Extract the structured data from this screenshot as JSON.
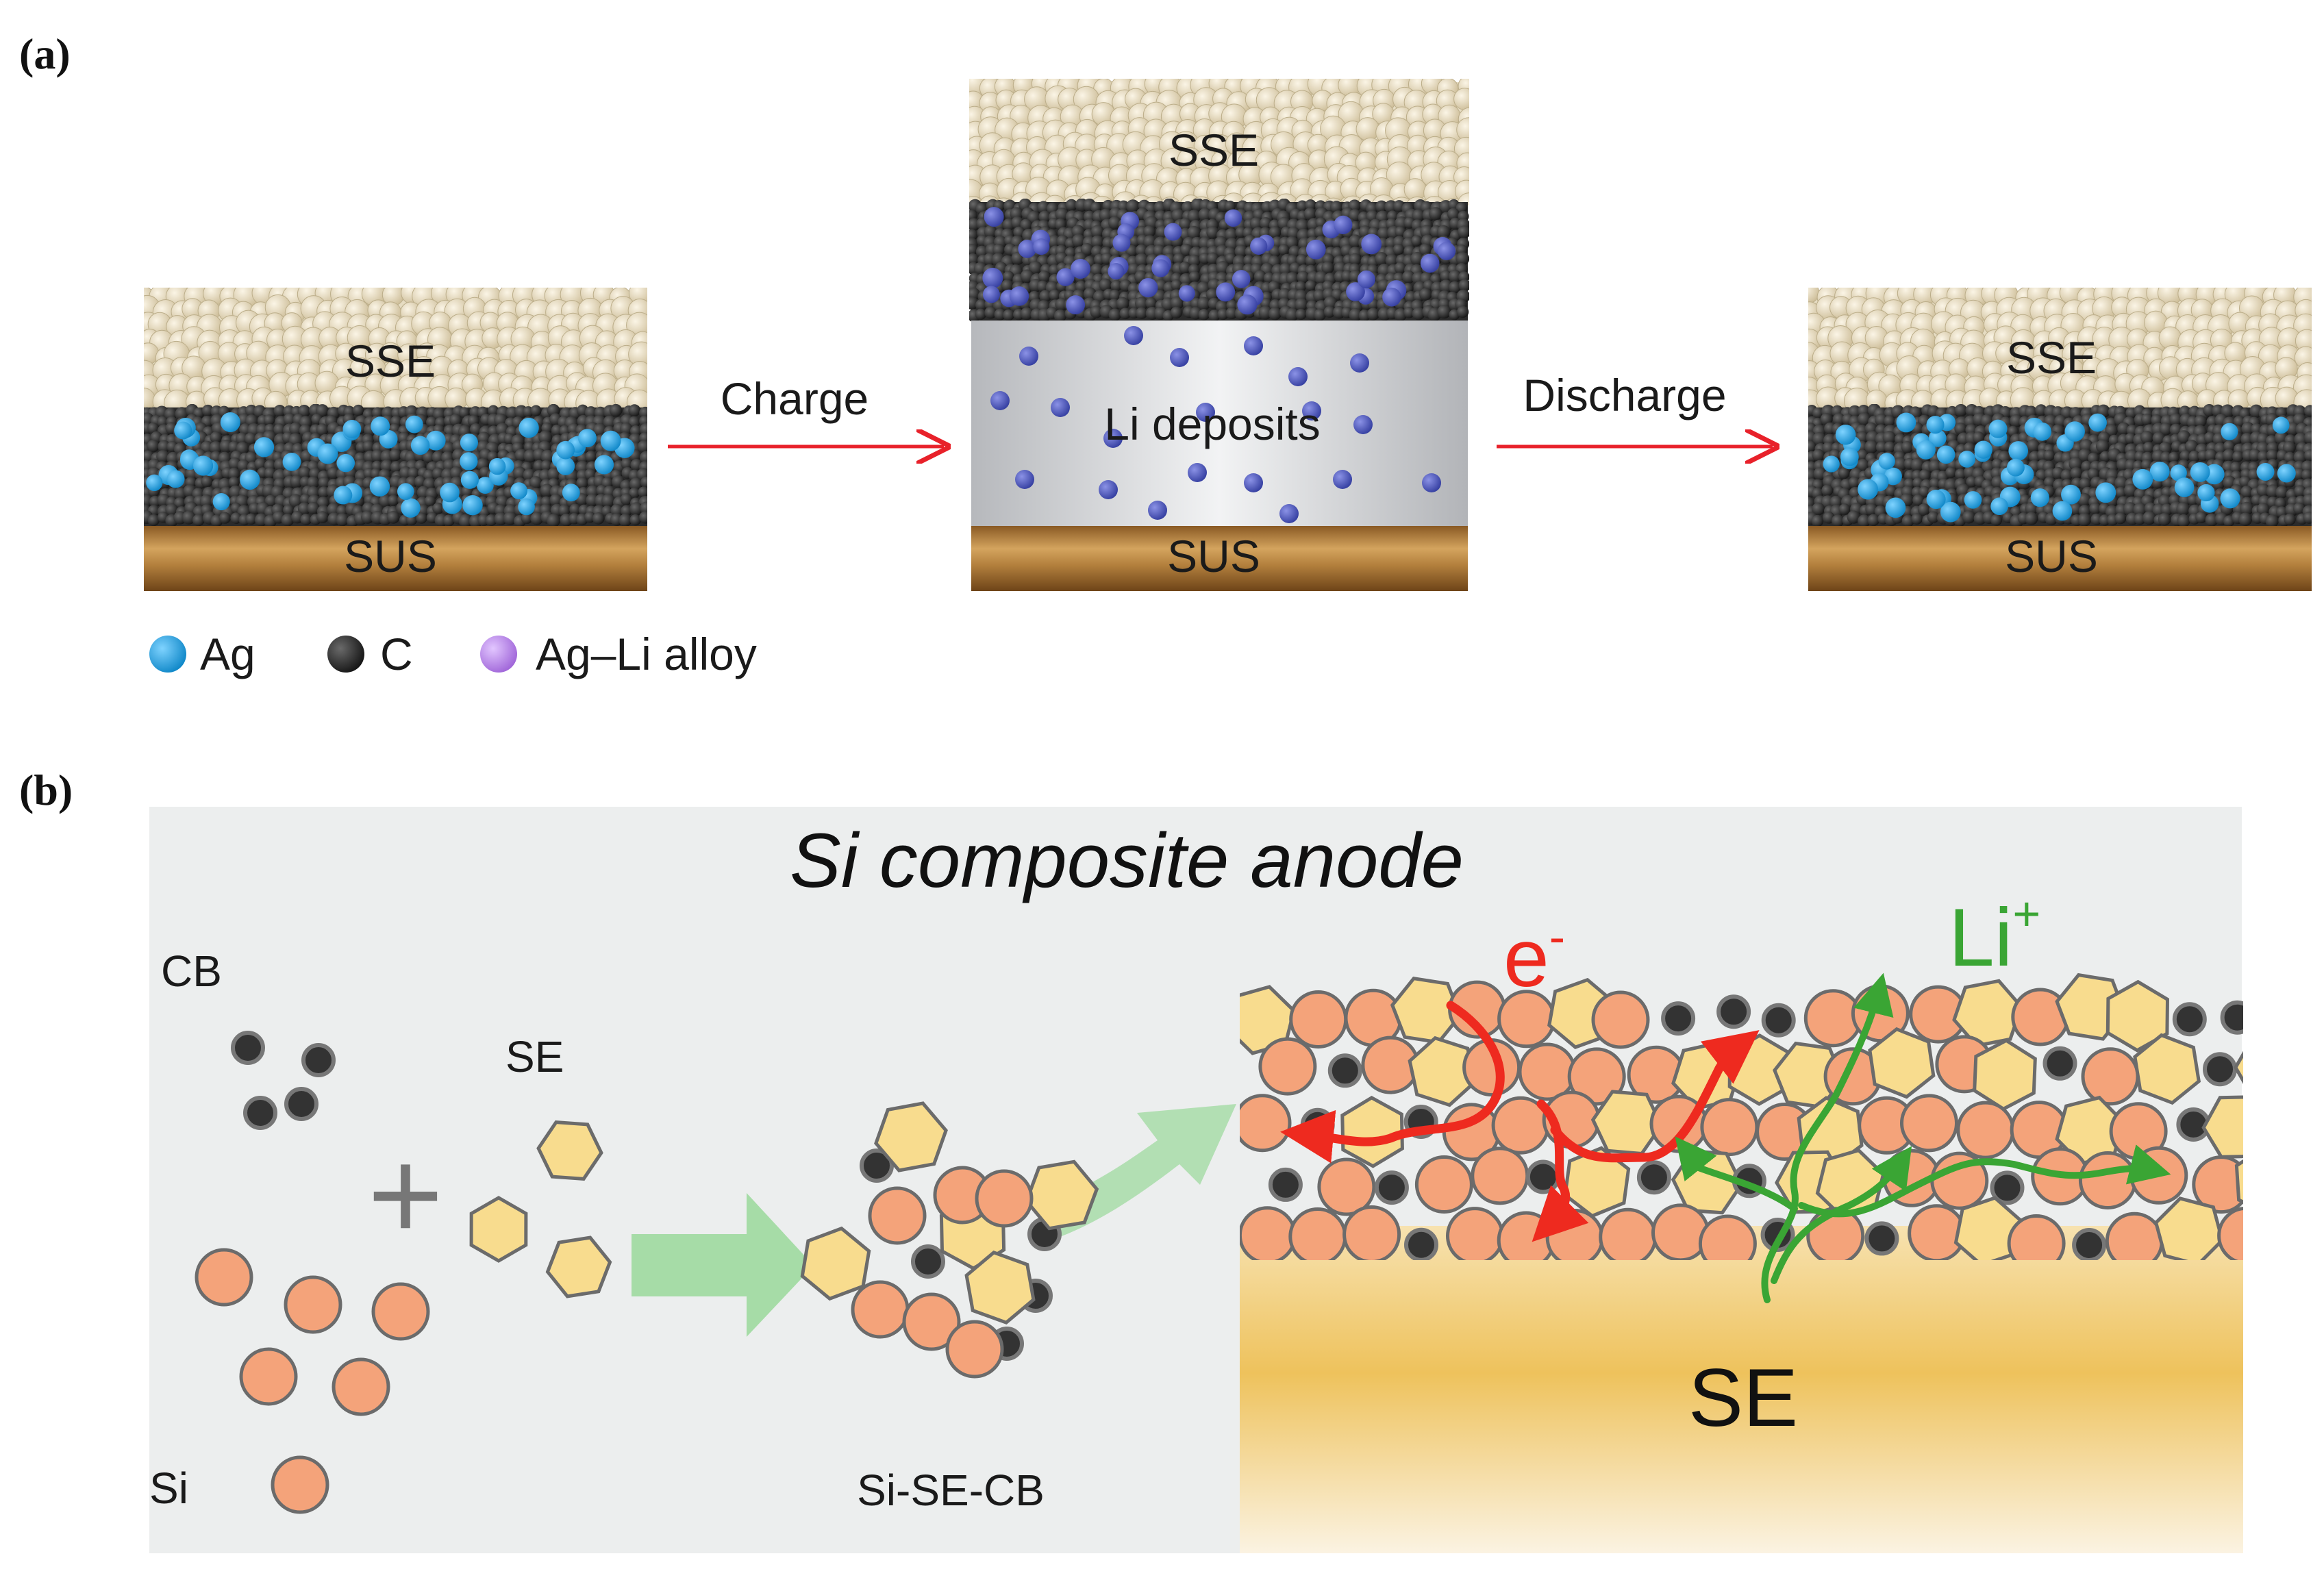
{
  "panel_a": {
    "label": "(a)",
    "stacks": [
      {
        "top_label": "SSE",
        "bottom_label": "SUS"
      },
      {
        "top_label": "SSE",
        "middle_label": "Li deposits",
        "bottom_label": "SUS"
      },
      {
        "top_label": "SSE",
        "bottom_label": "SUS"
      }
    ],
    "arrows": [
      {
        "label": "Charge",
        "color": "#e8212a"
      },
      {
        "label": "Discharge",
        "color": "#e8212a"
      }
    ],
    "legend": [
      {
        "label": "Ag",
        "color": "#1fa3e4"
      },
      {
        "label": "C",
        "color": "#2a2a2a"
      },
      {
        "label": "Ag–Li alloy",
        "color": "#b87ee6"
      }
    ]
  },
  "panel_b": {
    "label": "(b)",
    "title": "Si composite anode",
    "ingredients": {
      "cb": "CB",
      "se": "SE",
      "si": "Si"
    },
    "plus": "+",
    "cluster_label": "Si-SE-CB",
    "electron_label": "e",
    "electron_sup": "-",
    "ion_label": "Li",
    "ion_sup": "+",
    "substrate_label": "SE",
    "colors": {
      "si": "#f4a37a",
      "se": "#f8dc8e",
      "cb": "#333333",
      "electron_path": "#ee2a1f",
      "ion_path": "#3aa534",
      "process_arrow": "#9ad89a",
      "background": "#eceeee"
    }
  }
}
